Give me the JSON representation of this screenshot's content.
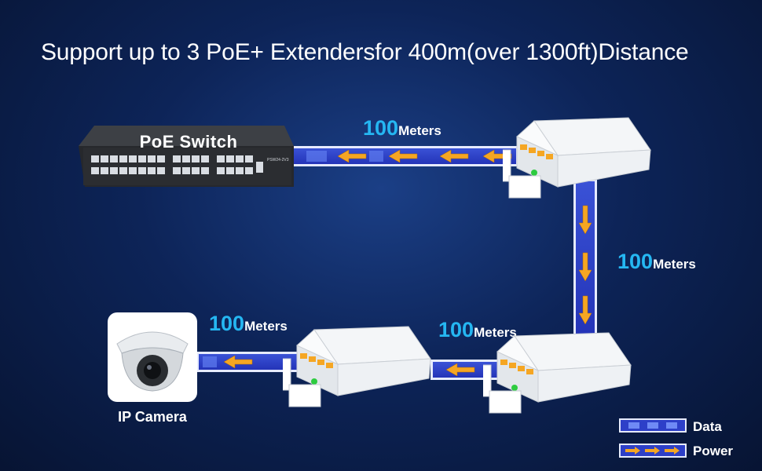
{
  "headline": "Support up to 3 PoE+ Extendersfor 400m(over 1300ft)Distance",
  "switch": {
    "label": "PoE Switch",
    "model": "PSW24-2V3"
  },
  "camera": {
    "label": "IP Camera"
  },
  "distances": [
    {
      "value": "100",
      "unit": "Meters"
    },
    {
      "value": "100",
      "unit": "Meters"
    },
    {
      "value": "100",
      "unit": "Meters"
    },
    {
      "value": "100",
      "unit": "Meters"
    }
  ],
  "legend": {
    "data_label": "Data",
    "power_label": "Power"
  },
  "colors": {
    "accent": "#25b7f2",
    "cable": "#2d3fc8",
    "arrow": "#f5a623",
    "background": "#0d2458"
  }
}
